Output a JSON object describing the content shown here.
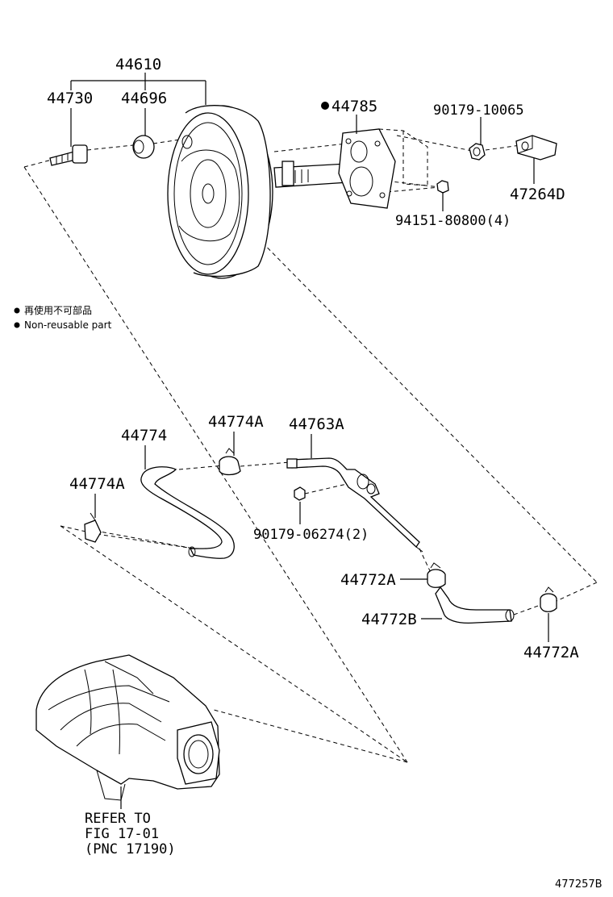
{
  "labels": {
    "p44610": "44610",
    "p44730": "44730",
    "p44696": "44696",
    "p44785": "44785",
    "p90179_10065": "90179-10065",
    "p47264D": "47264D",
    "p94151": "94151-80800(4)",
    "p44774": "44774",
    "p44774A_top": "44774A",
    "p44774A_left": "44774A",
    "p44763A": "44763A",
    "p90179_06274": "90179-06274(2)",
    "p44772A_mid": "44772A",
    "p44772B": "44772B",
    "p44772A_right": "44772A"
  },
  "legend": {
    "line1": "再使用不可部品",
    "line2": "Non-reusable part"
  },
  "refer": {
    "line1": "REFER TO",
    "line2": "FIG 17-01",
    "line3": "(PNC 17190)"
  },
  "figure_id": "477257B"
}
